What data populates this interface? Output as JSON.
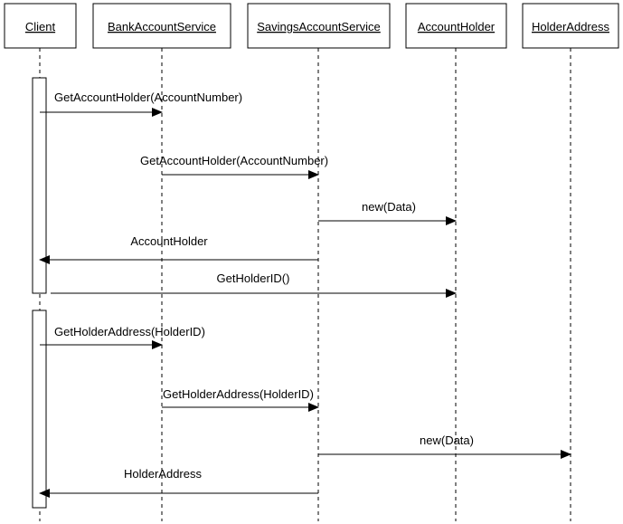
{
  "participants": [
    {
      "id": "client",
      "name": "Client"
    },
    {
      "id": "bank",
      "name": "BankAccountService"
    },
    {
      "id": "savings",
      "name": "SavingsAccountService"
    },
    {
      "id": "holder",
      "name": "AccountHolder"
    },
    {
      "id": "address",
      "name": "HolderAddress"
    }
  ],
  "messages": [
    {
      "from": "client",
      "to": "bank",
      "label": "GetAccountHolder(AccountNumber)"
    },
    {
      "from": "bank",
      "to": "savings",
      "label": "GetAccountHolder(AccountNumber)"
    },
    {
      "from": "savings",
      "to": "holder",
      "label": "new(Data)"
    },
    {
      "from": "savings",
      "to": "client",
      "label": "AccountHolder"
    },
    {
      "from": "client",
      "to": "holder",
      "label": "GetHolderID()"
    },
    {
      "from": "client",
      "to": "bank",
      "label": "GetHolderAddress(HolderID)"
    },
    {
      "from": "bank",
      "to": "savings",
      "label": "GetHolderAddress(HolderID)"
    },
    {
      "from": "savings",
      "to": "address",
      "label": "new(Data)"
    },
    {
      "from": "savings",
      "to": "client",
      "label": "HolderAddress"
    }
  ]
}
